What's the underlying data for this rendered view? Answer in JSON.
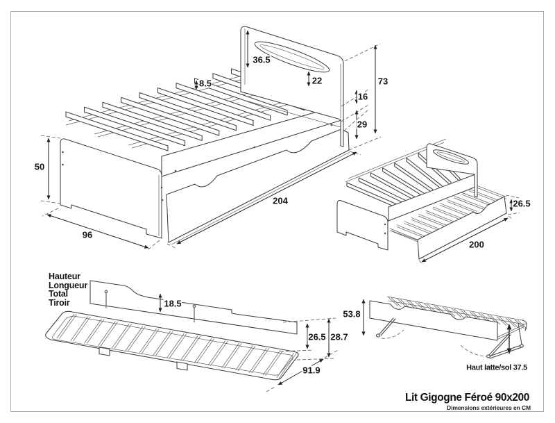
{
  "colors": {
    "ink": "#3d3d3d",
    "dimension": "#222222",
    "border": "#a9a9b2",
    "background": "#ffffff",
    "text": "#141414"
  },
  "title": {
    "label": "Lit Gigogne Féroé 90x200",
    "subtitle": "Dimensions extérieures en CM"
  },
  "legend": {
    "line1": "Hauteur",
    "line2": "Longueur",
    "line3": "Total",
    "line4": "Tiroir"
  },
  "views": {
    "bed_closed": {
      "dims": {
        "headboard_above_slats": "36.5",
        "slat_above_rail": "8.5",
        "handle_to_slats": "22",
        "total_height": "73",
        "rail_height": "16",
        "drawer_front_height": "29",
        "footboard_height": "50",
        "width": "96",
        "length": "204"
      }
    },
    "bed_open": {
      "dims": {
        "drawer_height": "26.5",
        "drawer_length": "200"
      }
    },
    "trundle_flat": {
      "dims": {
        "back_above_base": "18.5",
        "base_height": "26.5",
        "total_height": "28.7",
        "extension": "91.9"
      }
    },
    "trundle_raised": {
      "dims": {
        "overall_height": "53.8"
      },
      "note": "Haut latte/sol 37.5"
    }
  }
}
